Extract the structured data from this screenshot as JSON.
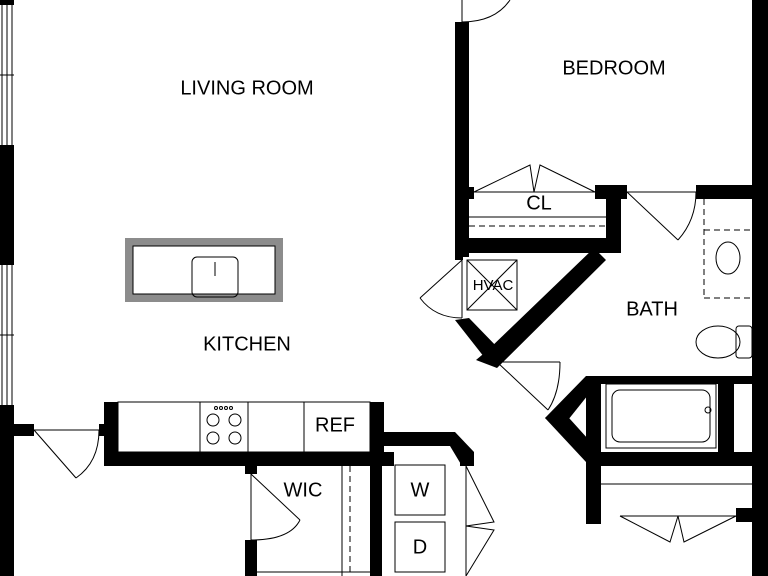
{
  "rooms": {
    "living_room": "LIVING ROOM",
    "bedroom": "BEDROOM",
    "closet": "CL",
    "hvac": "HVAC",
    "bath": "BATH",
    "kitchen": "KITCHEN",
    "refrigerator": "REF",
    "walk_in_closet": "WIC",
    "washer": "W",
    "dryer": "D"
  },
  "colors": {
    "wall": "#000000",
    "background": "#ffffff",
    "island_counter": "#8c8c8c"
  }
}
